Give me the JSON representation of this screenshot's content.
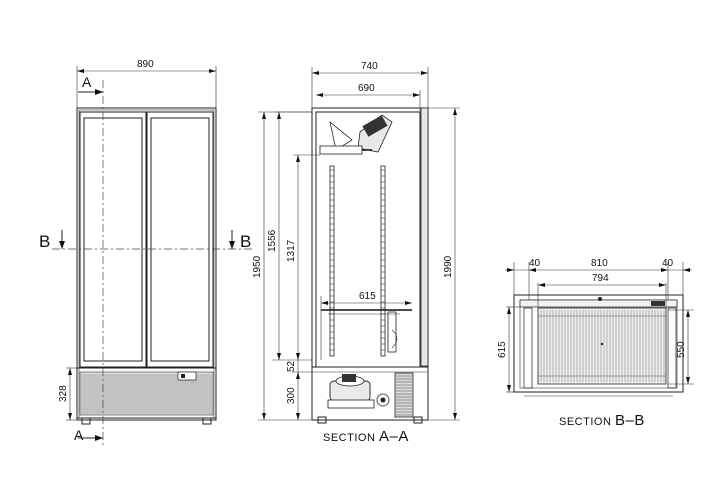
{
  "front_view": {
    "width_dim": "890",
    "height_dim_bottom": "328",
    "section_letter_a": "A",
    "section_letter_b": "B"
  },
  "section_aa": {
    "depth_dim": "740",
    "inner_depth_dim": "690",
    "total_height_dim": "1990",
    "height_1950": "1950",
    "height_1556": "1556",
    "height_1317": "1317",
    "height_52": "52",
    "height_300": "300",
    "shelf_dim": "615",
    "caption_prefix": "SECTION",
    "caption_letters": "A–A"
  },
  "section_bb": {
    "left_offset": "40",
    "width_810": "810",
    "right_offset": "40",
    "width_794": "794",
    "height_615": "615",
    "height_550": "550",
    "caption_prefix": "SECTION",
    "caption_letters": "B–B"
  }
}
